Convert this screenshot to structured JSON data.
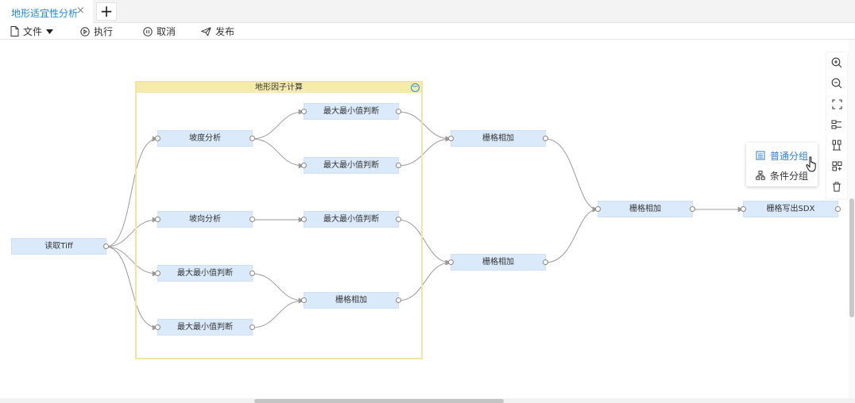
{
  "tab": {
    "title": "地形适宜性分析",
    "close_glyph": "×",
    "add_glyph": "+"
  },
  "toolbar": {
    "file_label": "文件",
    "run_label": "执行",
    "cancel_label": "取消",
    "publish_label": "发布"
  },
  "group": {
    "title": "地形因子计算",
    "collapse_glyph": "−"
  },
  "nodes": {
    "read_tiff": "读取Tiff",
    "slope": "坡度分析",
    "aspect": "坡向分析",
    "minmax_in_1": "最大最小值判断",
    "minmax_in_2": "最大最小值判断",
    "minmax_top": "最大最小值判断",
    "minmax_mid": "最大最小值判断",
    "minmax_aspect": "最大最小值判断",
    "raster_add_group": "栅格相加",
    "raster_add_1": "栅格相加",
    "raster_add_2": "栅格相加",
    "raster_add_final": "栅格相加",
    "write_sdx": "栅格写出SDX"
  },
  "popup": {
    "normal_group": "普通分组",
    "conditional_group": "条件分组"
  },
  "colors": {
    "accent": "#1e88e5",
    "node_fill": "#dbeafb",
    "group_border": "#f1e5a1",
    "edge": "#999999"
  },
  "side_tools": [
    "zoom-in-icon",
    "zoom-out-icon",
    "fit-screen-icon",
    "layout-horizontal-icon",
    "layout-vertical-icon",
    "group-icon",
    "delete-icon"
  ]
}
